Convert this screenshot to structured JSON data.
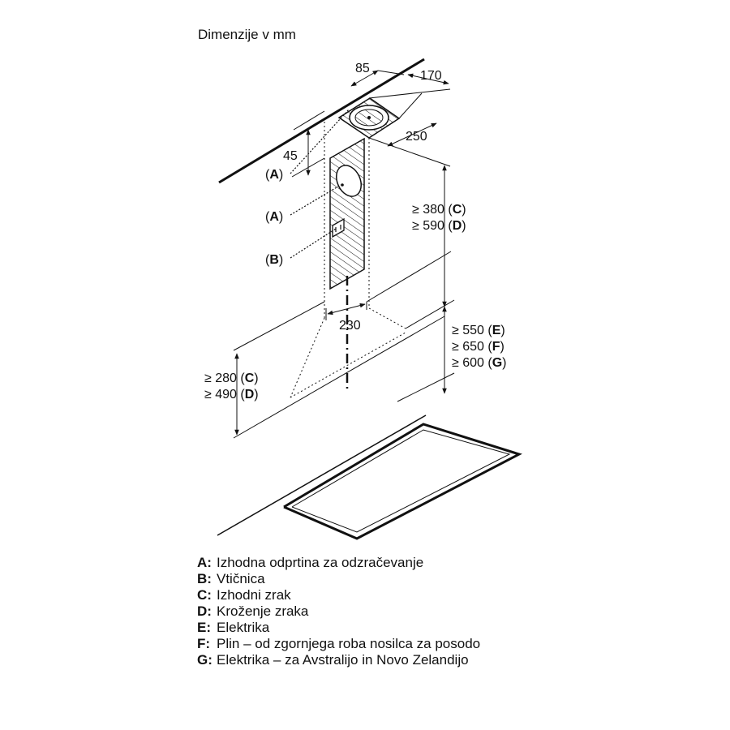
{
  "title": "Dimenzije v mm",
  "dimensions": {
    "d85": "85",
    "d170": "170",
    "d250": "250",
    "d45": "45",
    "d230": "230",
    "upper_vertical": [
      {
        "prefix": "≥ 380 (",
        "key": "C",
        "suffix": ")"
      },
      {
        "prefix": "≥ 590 (",
        "key": "D",
        "suffix": ")"
      }
    ],
    "middle_vertical": [
      {
        "prefix": "≥ 550 (",
        "key": "E",
        "suffix": ")"
      },
      {
        "prefix": "≥ 650 (",
        "key": "F",
        "suffix": ")"
      },
      {
        "prefix": "≥ 600 (",
        "key": "G",
        "suffix": ")"
      }
    ],
    "lower_vertical": [
      {
        "prefix": "≥ 280 (",
        "key": "C",
        "suffix": ")"
      },
      {
        "prefix": "≥ 490 (",
        "key": "D",
        "suffix": ")"
      }
    ]
  },
  "callouts": [
    {
      "open": "(",
      "key": "A",
      "close": ")"
    },
    {
      "open": "(",
      "key": "A",
      "close": ")"
    },
    {
      "open": "(",
      "key": "B",
      "close": ")"
    }
  ],
  "legend": [
    {
      "key": "A:",
      "text": "Izhodna odprtina za odzračevanje"
    },
    {
      "key": "B:",
      "text": "Vtičnica"
    },
    {
      "key": "C:",
      "text": "Izhodni zrak"
    },
    {
      "key": "D:",
      "text": "Kroženje zraka"
    },
    {
      "key": "E:",
      "text": "Elektrika"
    },
    {
      "key": "F:",
      "text": "Plin – od zgornjega roba nosilca za posodo"
    },
    {
      "key": "G:",
      "text": "Elektrika – za Avstralijo in Novo Zelandijo"
    }
  ]
}
